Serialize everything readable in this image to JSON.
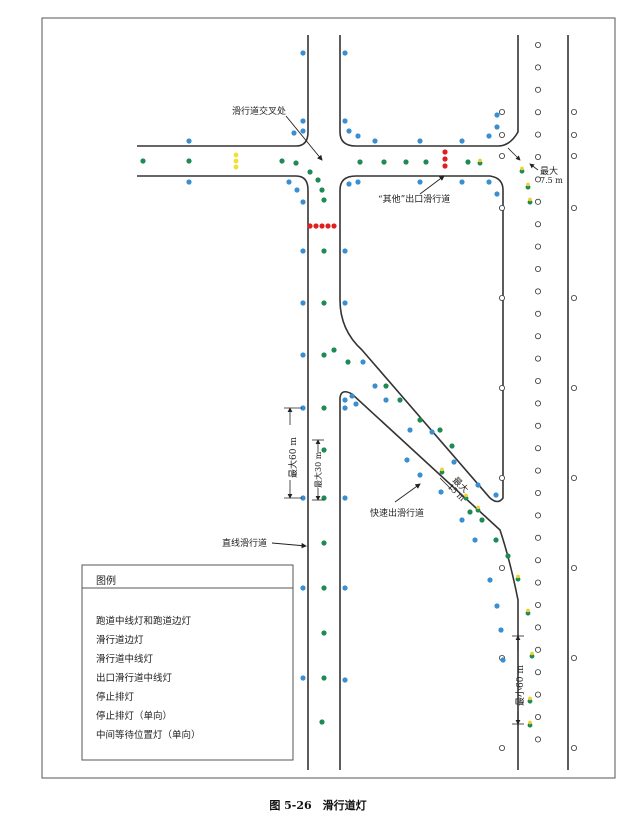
{
  "colors": {
    "runway_light": "#ffffff",
    "edge_light": "#3a8fd0",
    "center_light": "#1e8a55",
    "exit_center_green": "#1e8a55",
    "exit_center_yellow": "#f0d020",
    "stop_bar": "#e02020",
    "hold_light": "#f0e030",
    "line": "#333333"
  },
  "labels": {
    "intersection": "滑行道交叉处",
    "other_exit": "“其他”出口滑行道",
    "max_7_5": "最大",
    "max_7_5_unit": "7.5 m",
    "max_60": "最大60 m",
    "max_30": "最大30 m",
    "rapid_exit": "快速出滑行道",
    "straight_taxiway": "直线滑行道",
    "max_15": "最大",
    "max_15_unit": "15 m",
    "min_60": "最小60 m"
  },
  "legend": {
    "title": "图例",
    "items": [
      "跑道中线灯和跑道边灯",
      "滑行道边灯",
      "滑行道中线灯",
      "出口滑行道中线灯",
      "停止排灯",
      "停止排灯（单向）",
      "中间等待位置灯（单向）"
    ]
  },
  "caption": "图 5-26　滑行道灯"
}
